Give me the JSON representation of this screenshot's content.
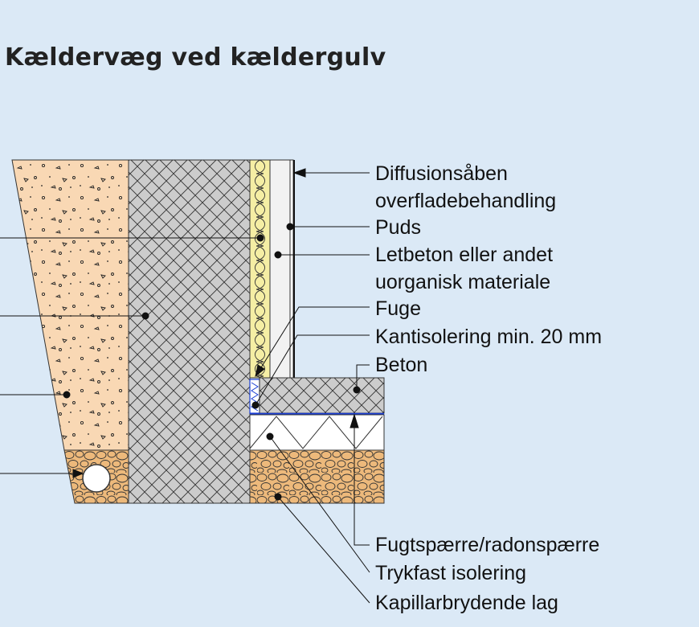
{
  "title": "Kældervæg ved kældergulv",
  "labels": {
    "diffusion_line1": "Diffusionsåben",
    "diffusion_line2": "overfladebehandling",
    "puds": "Puds",
    "letbeton_line1": "Letbeton eller andet",
    "letbeton_line2": "uorganisk materiale",
    "fuge": "Fuge",
    "kantisolering": "Kantisolering min. 20 mm",
    "beton": "Beton",
    "fugtspaerre": "Fugtspærre/radonspærre",
    "trykfast": "Trykfast isolering",
    "kapillar": "Kapillarbrydende lag"
  },
  "colors": {
    "background": "#dbe9f6",
    "soil": "#f9d8b4",
    "concrete_wall": "#cccccc",
    "insulation": "#f5eea4",
    "gravel": "#edb97b",
    "membrane": "#1b3fd4"
  }
}
